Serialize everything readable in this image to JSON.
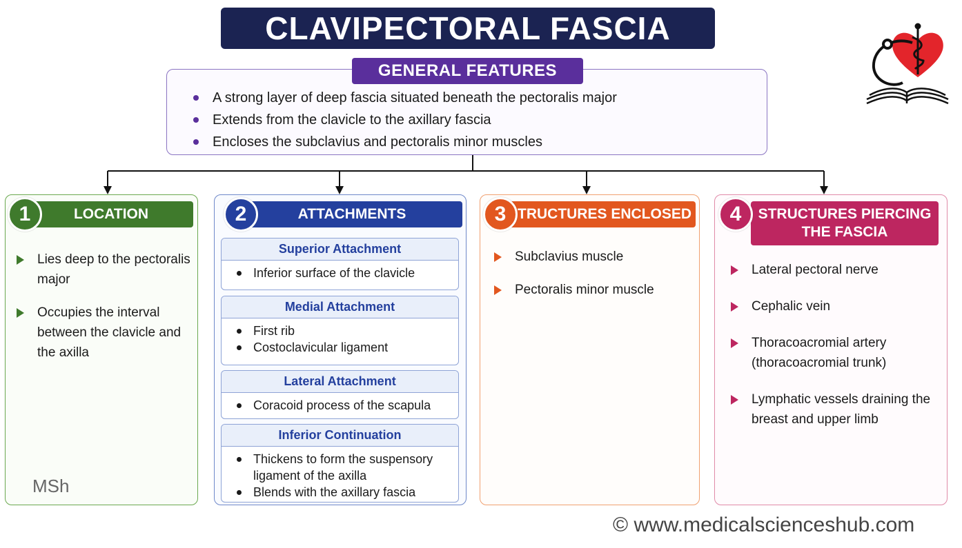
{
  "title": "CLAVIPECTORAL FASCIA",
  "general_features": {
    "heading": "GENERAL FEATURES",
    "items": [
      "A strong layer of deep fascia situated beneath the pectoralis major",
      "Extends from the clavicle to the axillary fascia",
      "Encloses the subclavius and pectoralis minor muscles"
    ]
  },
  "location": {
    "number": "1",
    "heading": "LOCATION",
    "items": [
      "Lies deep to the pectoralis major",
      "Occupies the interval between the clavicle and the axilla"
    ]
  },
  "attachments": {
    "number": "2",
    "heading": "ATTACHMENTS",
    "groups": [
      {
        "heading": "Superior Attachment",
        "items": [
          "Inferior surface of the clavicle"
        ]
      },
      {
        "heading": "Medial Attachment",
        "items": [
          "First rib",
          "Costoclavicular ligament"
        ]
      },
      {
        "heading": "Lateral Attachment",
        "items": [
          "Coracoid process of the scapula"
        ]
      },
      {
        "heading": "Inferior Continuation",
        "items": [
          "Thickens to form the suspensory ligament of the axilla",
          "Blends with the axillary fascia"
        ]
      }
    ]
  },
  "structures_enclosed": {
    "number": "3",
    "heading": "STRUCTURES ENCLOSED",
    "items": [
      "Subclavius muscle",
      "Pectoralis minor muscle"
    ]
  },
  "structures_piercing": {
    "number": "4",
    "heading": "STRUCTURES PIERCING THE FASCIA",
    "items": [
      "Lateral pectoral nerve",
      "Cephalic vein",
      "Thoracoacromial artery (thoracoacromial trunk)",
      "Lymphatic vessels draining the breast and upper limb"
    ]
  },
  "signature": "MSh",
  "copyright": "© www.medicalscienceshub.com",
  "colors": {
    "title_bg": "#1b2352",
    "general": "#5a2f9c",
    "location": "#3f7a2c",
    "attachments": "#24409e",
    "enclosed": "#e2571f",
    "piercing": "#bd2660"
  },
  "logo_icons": [
    "heart-icon",
    "stethoscope-icon",
    "caduceus-icon",
    "open-book-icon"
  ]
}
